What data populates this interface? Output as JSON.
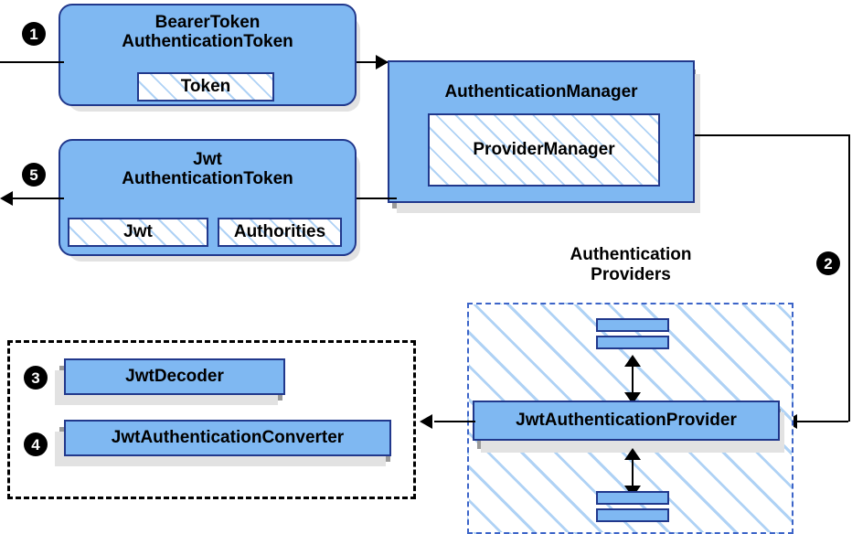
{
  "diagram": {
    "title_label": "Authentication Providers",
    "colors": {
      "node_fill": "#7FB8F2",
      "node_border": "#21388C",
      "hatch_line": "#AFD2F5",
      "dashed_blue": "#3C64C8",
      "dashed_black": "#000000",
      "shadow_dark": "#9A9A9A",
      "shadow_light": "#E2E2E2",
      "badge_fill": "#000000",
      "badge_text": "#FFFFFF"
    },
    "steps": [
      {
        "number": "❶",
        "digit": "1",
        "target": "BearerTokenAuthenticationToken"
      },
      {
        "number": "❷",
        "digit": "2",
        "target": "JwtAuthenticationProvider"
      },
      {
        "number": "❸",
        "digit": "3",
        "target": "JwtDecoder"
      },
      {
        "number": "❹",
        "digit": "4",
        "target": "JwtAuthenticationConverter"
      },
      {
        "number": "❺",
        "digit": "5",
        "target": "JwtAuthenticationToken"
      }
    ],
    "nodes": {
      "bearer_token": {
        "line1": "BearerToken",
        "line2": "AuthenticationToken",
        "inner": "Token"
      },
      "jwt_token": {
        "line1": "Jwt",
        "line2": "AuthenticationToken",
        "inner_left": "Jwt",
        "inner_right": "Authorities"
      },
      "auth_manager": {
        "title": "AuthenticationManager",
        "inner": "ProviderManager"
      },
      "providers_group": {
        "label_line1": "Authentication",
        "label_line2": "Providers",
        "provider": "JwtAuthenticationProvider"
      },
      "jwt_support": {
        "decoder": "JwtDecoder",
        "converter": "JwtAuthenticationConverter"
      }
    }
  }
}
